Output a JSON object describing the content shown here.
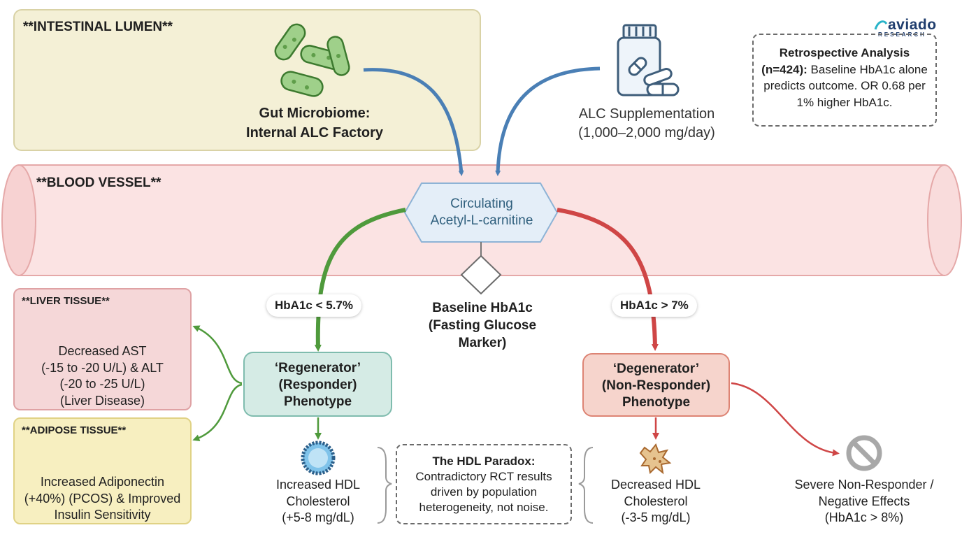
{
  "brand": {
    "logo_main": "aviado",
    "logo_sub": "RESEARCH"
  },
  "lumen": {
    "title": "**INTESTINAL LUMEN**",
    "microbiome_line1": "Gut Microbiome:",
    "microbiome_line2": "Internal ALC Factory"
  },
  "supplement": {
    "line1": "ALC Supplementation",
    "line2": "(1,000–2,000 mg/day)"
  },
  "retrospective": {
    "bold": "Retrospective Analysis (n=424):",
    "rest": " Baseline HbA1c alone predicts outcome. OR 0.68 per 1% higher HbA1c."
  },
  "vessel": {
    "title": "**BLOOD VESSEL**"
  },
  "hub": {
    "line1": "Circulating",
    "line2": "Acetyl-L-carnitine"
  },
  "decision": {
    "line1": "Baseline HbA1c",
    "line2": "(Fasting Glucose",
    "line3": "Marker)"
  },
  "branches": {
    "left_label": "HbA1c < 5.7%",
    "right_label": "HbA1c > 7%"
  },
  "regenerator": {
    "line1": "‘Regenerator’",
    "line2": "(Responder)",
    "line3": "Phenotype"
  },
  "degenerator": {
    "line1": "‘Degenerator’",
    "line2": "(Non-Responder)",
    "line3": "Phenotype"
  },
  "liver": {
    "title": "**LIVER TISSUE**",
    "line1": "Decreased AST",
    "line2": "(-15 to -20 U/L) & ALT",
    "line3": "(-20 to -25 U/L)",
    "line4": "(Liver Disease)"
  },
  "adipose": {
    "title": "**ADIPOSE TISSUE**",
    "line1": "Increased Adiponectin",
    "line2": "(+40%) (PCOS) & Improved",
    "line3": "Insulin Sensitivity"
  },
  "hdl_up": {
    "line1": "Increased HDL",
    "line2": "Cholesterol",
    "line3": "(+5-8 mg/dL)"
  },
  "hdl_paradox": {
    "title": "The HDL Paradox:",
    "line1": "Contradictory RCT results",
    "line2": "driven by population",
    "line3": "heterogeneity, not noise."
  },
  "hdl_down": {
    "line1": "Decreased HDL",
    "line2": "Cholesterol",
    "line3": "(-3-5 mg/dL)"
  },
  "severe": {
    "line1": "Severe Non-Responder /",
    "line2": "Negative Effects",
    "line3": "(HbA1c > 8%)"
  },
  "colors": {
    "green": "#4f9a3c",
    "red": "#cf4646",
    "blue": "#4a7fb5",
    "vessel": "#fbe3e3",
    "lumen": "#f4f0d6"
  }
}
